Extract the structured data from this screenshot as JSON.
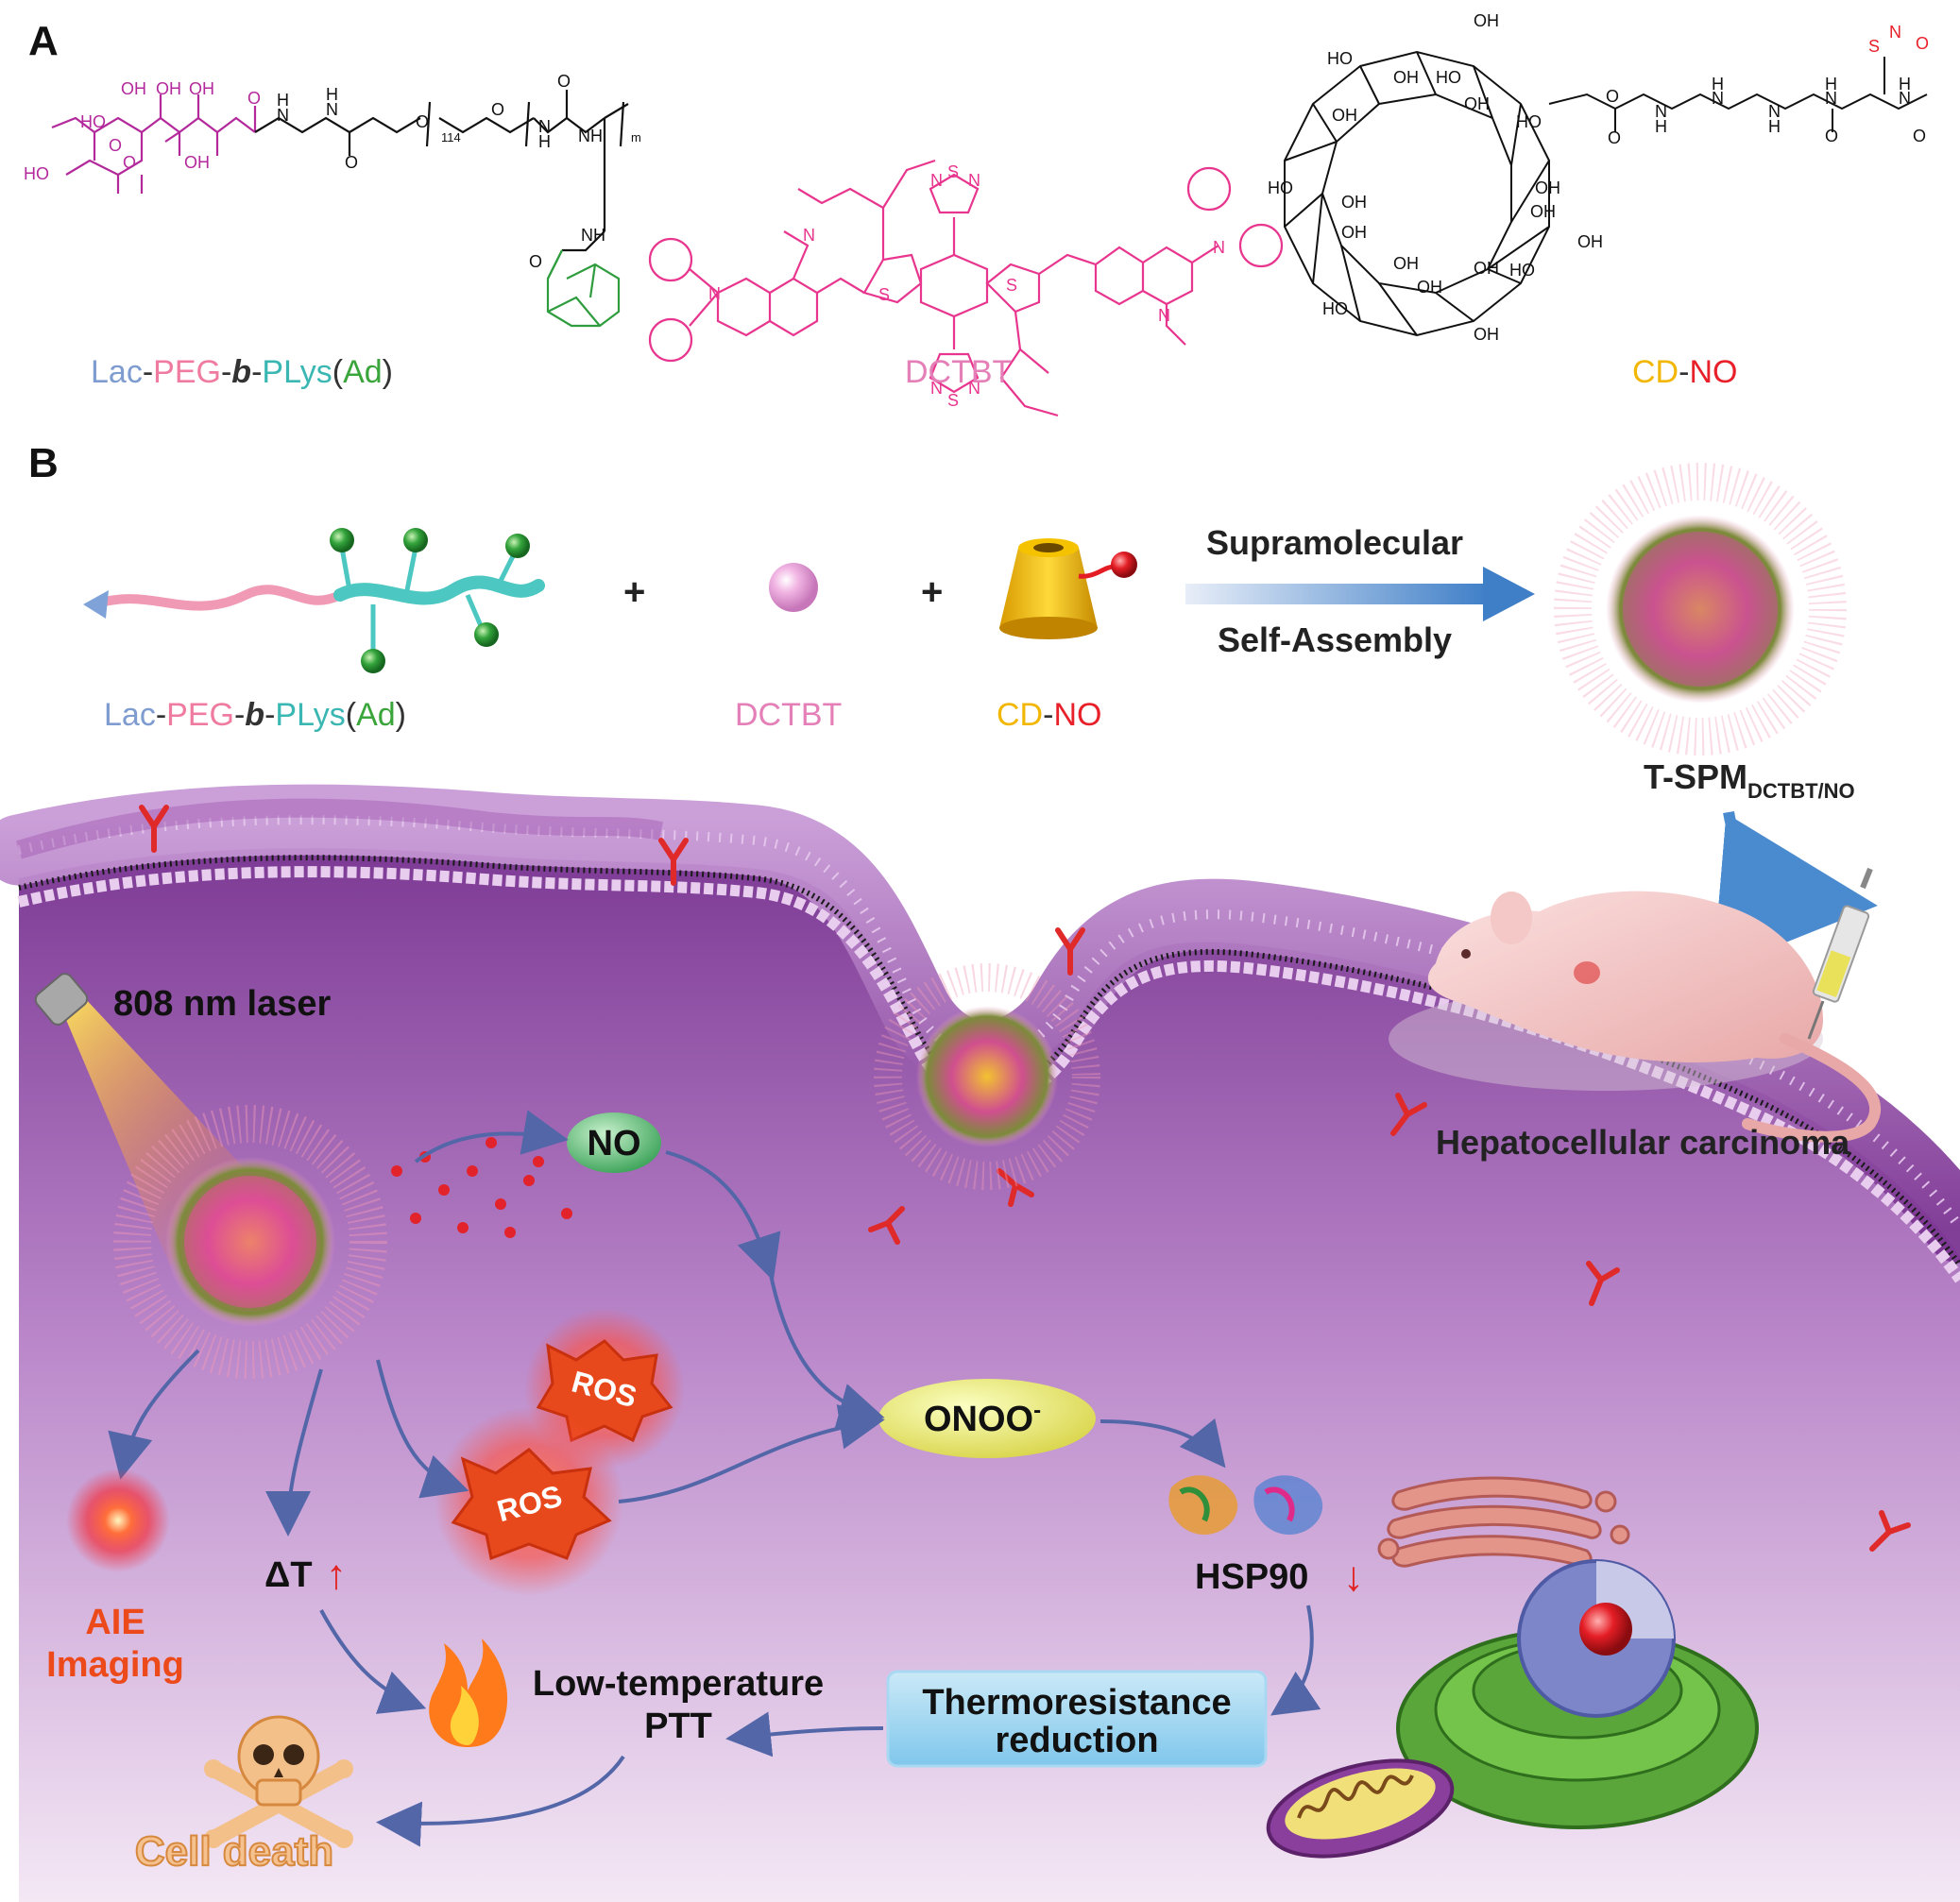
{
  "panels": {
    "a": {
      "letter": "A",
      "lac_peg_label": {
        "lac": "Lac",
        "d1": "-",
        "peg": "PEG",
        "d2": "-",
        "b": "b",
        "d3": "-",
        "plys": "PLys",
        "p1": "(",
        "ad": "Ad",
        "p2": ")"
      },
      "dctbt_label": "DCTBT",
      "cdno_label": {
        "cd": "CD",
        "dash": "-",
        "no": "NO"
      },
      "atoms": {
        "ho": "HO",
        "oh": "OH",
        "o": "O",
        "h": "H",
        "n": "N",
        "nh": "NH",
        "s": "S",
        "sub114": "114",
        "subm": "m"
      }
    },
    "b": {
      "letter": "B",
      "plus": "+",
      "lac_peg_label": {
        "lac": "Lac",
        "d1": "-",
        "peg": "PEG",
        "d2": "-",
        "b": "b",
        "d3": "-",
        "plys": "PLys",
        "p1": "(",
        "ad": "Ad",
        "p2": ")"
      },
      "dctbt_label": "DCTBT",
      "cdno_label": {
        "cd": "CD",
        "dash": "-",
        "no": "NO"
      },
      "arrow_top": "Supramolecular",
      "arrow_bottom": "Self-Assembly",
      "product_main": "T-SPM",
      "product_sub": "DCTBT/NO",
      "laser": "808 nm laser",
      "no": "NO",
      "ros": "ROS",
      "onoo": "ONOO",
      "onoo_sup": "-",
      "delta_t": "ΔT",
      "up_arrow": "↑",
      "down_arrow": "↓",
      "hsp90": "HSP90",
      "hcc": "Hepatocellular carcinoma",
      "aie_1": "AIE",
      "aie_2": "Imaging",
      "ptt_1": "Low-temperature",
      "ptt_2": "PTT",
      "thermo_1": "Thermoresistance",
      "thermo_2": "reduction",
      "death": "Cell death"
    }
  },
  "colors": {
    "magenta": "#b3299b",
    "pink": "#e8358e",
    "blue_label": "#7f9cd0",
    "peg_label": "#f07ba0",
    "plys_label": "#3bb7b3",
    "ad_label": "#3aa53a",
    "dctbt_label": "#e47fb8",
    "cd_label": "#f2b705",
    "no_label": "#e8202a",
    "membrane": "#8c3b9c",
    "orange_red": "#ec4a1a"
  }
}
